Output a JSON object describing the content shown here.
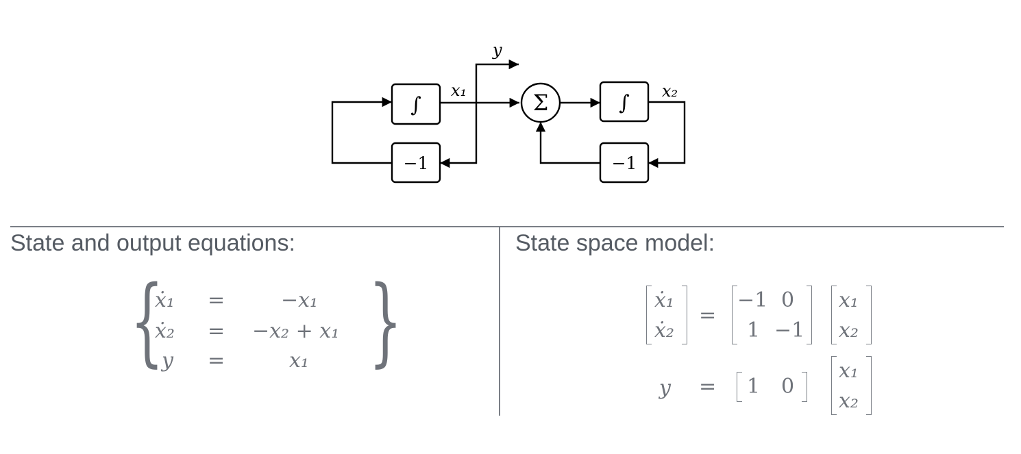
{
  "diagram": {
    "integrator_symbol": "∫",
    "gain_label": "−1",
    "sum_symbol": "Σ",
    "signal_x1": "x₁",
    "signal_x2": "x₂",
    "signal_y": "y"
  },
  "left_panel": {
    "heading": "State and output equations:",
    "rows": [
      {
        "lhs": "ẋ₁",
        "eq": "=",
        "rhs": "−x₁"
      },
      {
        "lhs": "ẋ₂",
        "eq": "=",
        "rhs": "−x₂ + x₁"
      },
      {
        "lhs": "y",
        "eq": "=",
        "rhs": "x₁"
      }
    ]
  },
  "right_panel": {
    "heading": "State space model:",
    "state_vec": [
      "ẋ₁",
      "ẋ₂"
    ],
    "equals": "=",
    "A": [
      [
        "−1",
        "0"
      ],
      [
        "1",
        "−1"
      ]
    ],
    "x_vec": [
      "x₁",
      "x₂"
    ],
    "y_label": "y",
    "C": [
      "1",
      "0"
    ]
  }
}
